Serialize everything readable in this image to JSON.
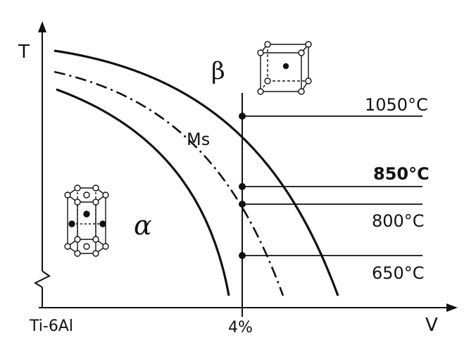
{
  "axes": {
    "y_label": "T",
    "x_label": "V",
    "origin_label": "Ti-6Al",
    "x_marker_label": "4%"
  },
  "phases": {
    "beta": "β",
    "alpha": "α",
    "martensite": "Ms"
  },
  "temperatures": [
    "1050°C",
    "850°C",
    "800°C",
    "650°C"
  ],
  "colors": {
    "ink": "#111111",
    "background": "#ffffff"
  }
}
